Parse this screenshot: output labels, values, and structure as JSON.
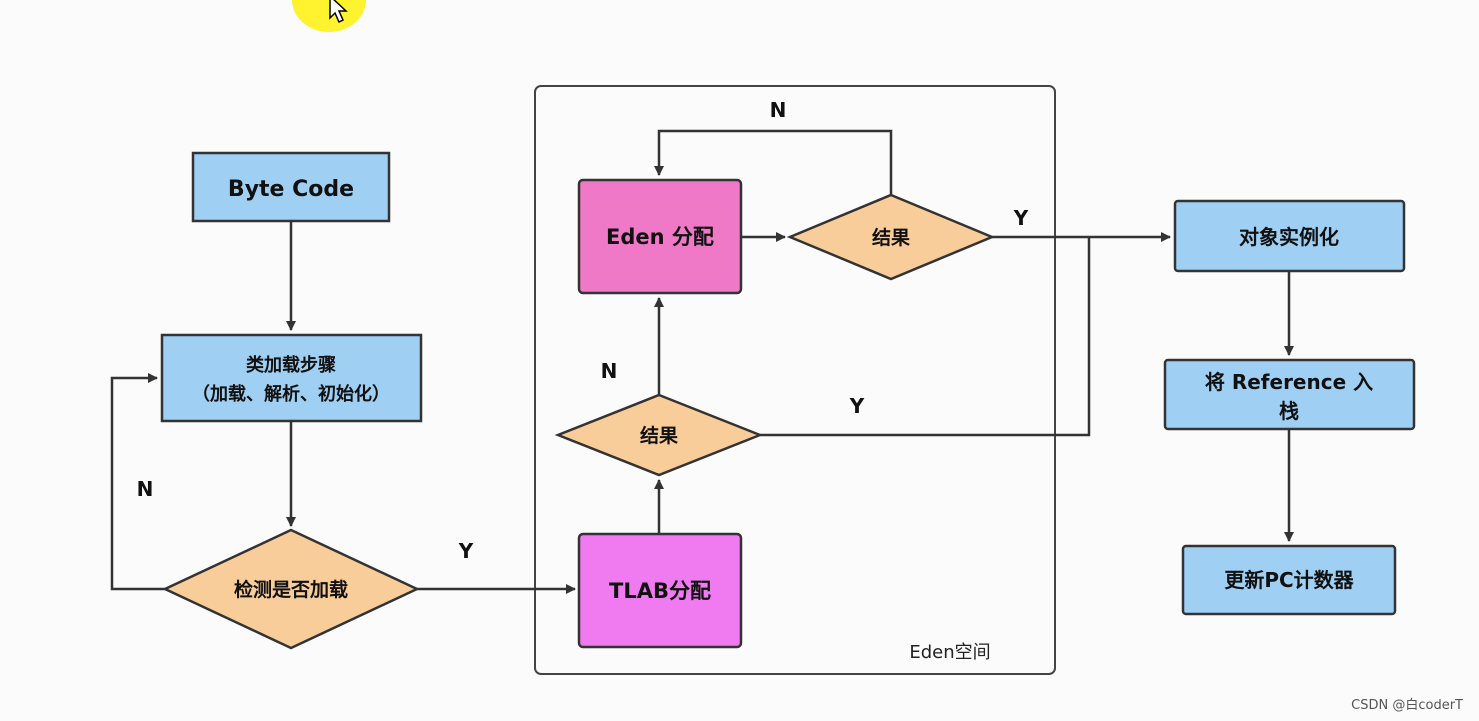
{
  "nodes": {
    "bytecode": "Byte Code",
    "load_steps_line1": "类加载步骤",
    "load_steps_line2": "（加载、解析、初始化）",
    "check_loaded": "检测是否加载",
    "tlab_alloc": "TLAB分配",
    "result_lower": "结果",
    "eden_alloc": "Eden 分配",
    "result_upper": "结果",
    "instantiate": "对象实例化",
    "push_ref_line1": "将 Reference 入",
    "push_ref_line2": "栈",
    "update_pc": "更新PC计数器"
  },
  "edge_labels": {
    "check_no": "N",
    "check_yes": "Y",
    "lower_no": "N",
    "lower_yes": "Y",
    "upper_no": "N",
    "upper_yes": "Y"
  },
  "container": {
    "label": "Eden空间"
  },
  "watermark": "CSDN @白coderT",
  "colors": {
    "process_blue": "#9fd0f4",
    "decision_orange": "#f8cd99",
    "eden_pink": "#ef79c7",
    "tlab_magenta": "#f07af0",
    "stroke": "#333333"
  }
}
